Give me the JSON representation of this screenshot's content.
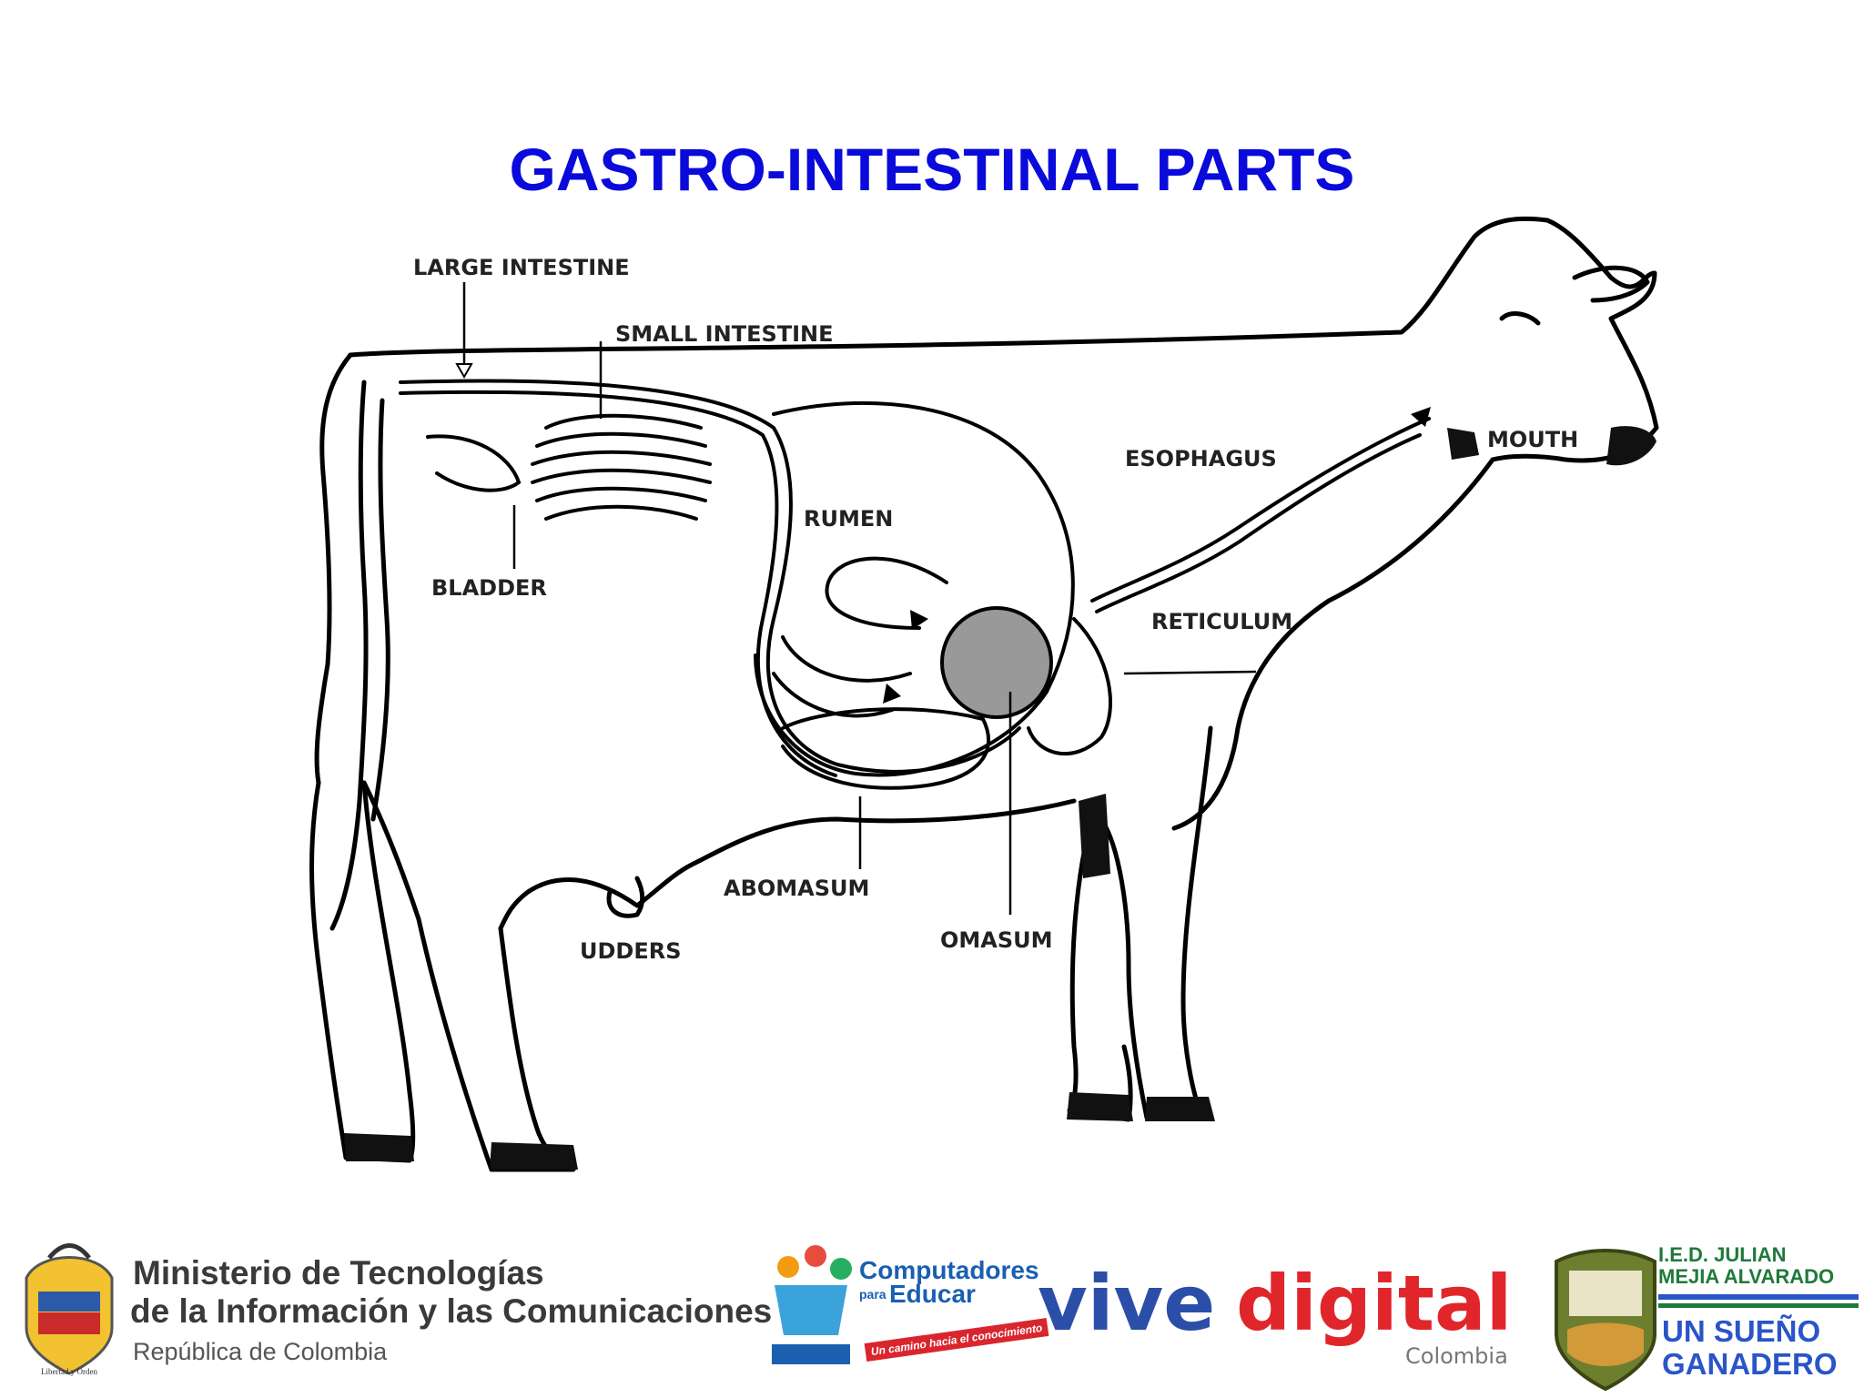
{
  "slide": {
    "title": "GASTRO-INTESTINAL PARTS"
  },
  "diagram": {
    "labels": {
      "large_intestine": "LARGE INTESTINE",
      "small_intestine": "SMALL INTESTINE",
      "mouth": "MOUTH",
      "esophagus": "ESOPHAGUS",
      "rumen": "RUMEN",
      "bladder": "BLADDER",
      "reticulum": "RETICULUM",
      "abomasum": "ABOMASUM",
      "omasum": "OMASUM",
      "udders": "UDDERS"
    }
  },
  "footer": {
    "mintic": {
      "line1": "Ministerio de Tecnologías",
      "line2": "de la Información y las Comunicaciones",
      "line3": "República de Colombia",
      "seal_text": "Libertad y Orden"
    },
    "cpe": {
      "line1": "Computadores",
      "line2": "para",
      "line3": "Educar",
      "tagline": "Un camino hacia el conocimiento"
    },
    "vive_digital": {
      "vive": "vive",
      "digital": "digital",
      "country": "Colombia"
    },
    "ied": {
      "line1": "I.E.D. JULIAN",
      "line2": "MEJIA ALVARADO",
      "line3": "UN SUEÑO",
      "line4": "GANADERO"
    },
    "colors": {
      "title_blue": "#0a0adb",
      "vive_blue": "#2b4fa8",
      "digital_red": "#e0262b",
      "ied_blue": "#2a55c8",
      "ied_green": "#1f7a3a"
    }
  }
}
